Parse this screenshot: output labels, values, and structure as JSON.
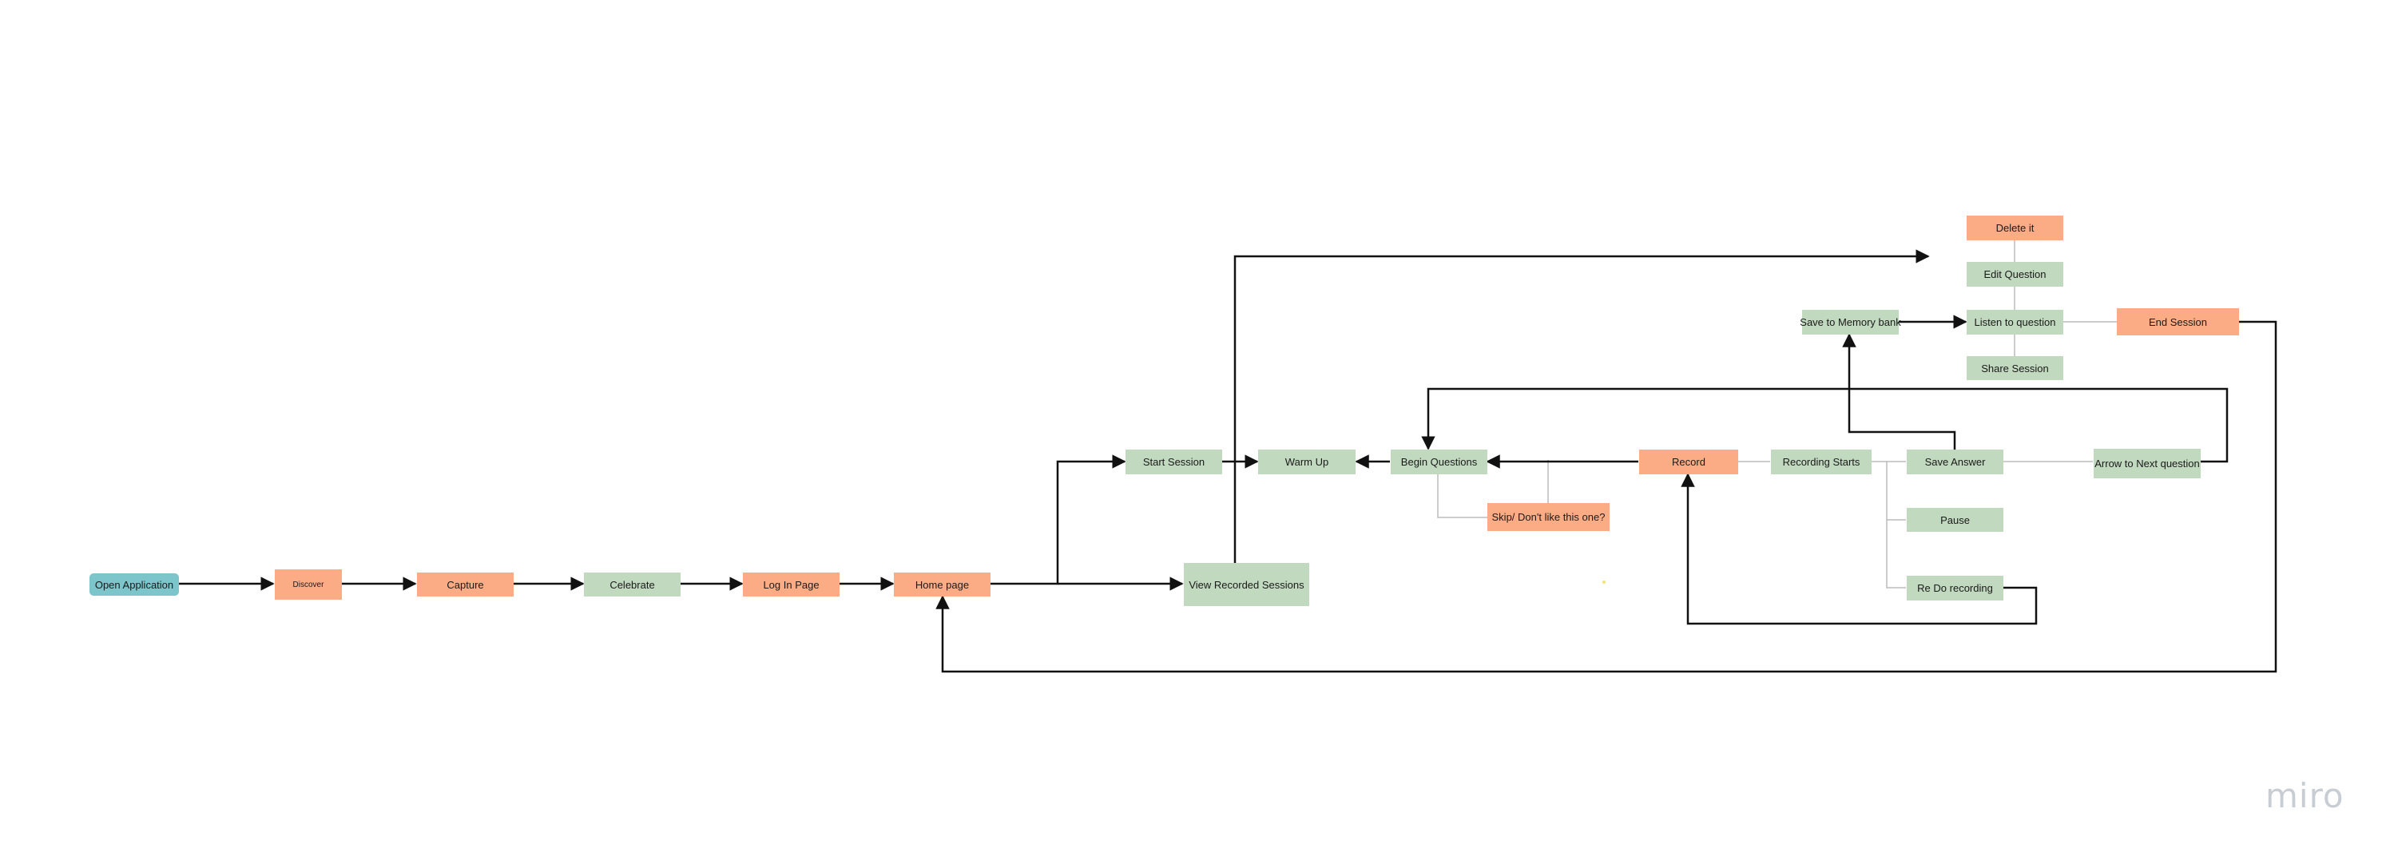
{
  "colors": {
    "green": "#c1d9bf",
    "orange": "#fcac85",
    "teal": "#7cc5cb",
    "connector": "#111111",
    "line": "#bbbbbb",
    "logo": "#c8cdd4"
  },
  "nodes": {
    "open_application": "Open Application",
    "discover": "Discover",
    "capture": "Capture",
    "celebrate": "Celebrate",
    "log_in_page": "Log In Page",
    "home_page": "Home page",
    "start_session": "Start Session",
    "view_recorded_sessions": "View Recorded Sessions",
    "warm_up": "Warm Up",
    "begin_questions": "Begin Questions",
    "skip": "Skip/ Don't like this one?",
    "record": "Record",
    "recording_starts": "Recording Starts",
    "save_answer": "Save Answer",
    "pause": "Pause",
    "re_do_recording": "Re Do recording",
    "arrow_next_question": "Arrow to Next question",
    "save_memory_bank": "Save to Memory bank",
    "listen_question": "Listen to question",
    "edit_question": "Edit Question",
    "delete_it": "Delete it",
    "share_session": "Share Session",
    "end_session": "End Session"
  },
  "branding": {
    "logo_text": "miro"
  }
}
